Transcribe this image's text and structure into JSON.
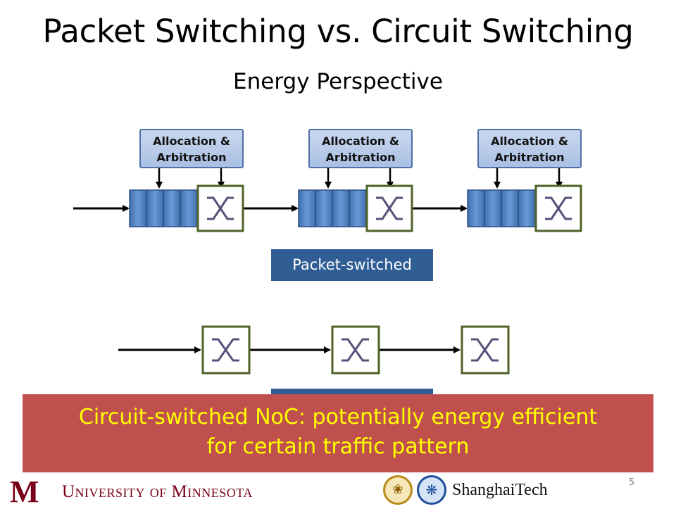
{
  "slide": {
    "title": "Packet Switching vs. Circuit Switching",
    "subtitle": "Energy Perspective"
  },
  "diagram": {
    "allocation_boxes": [
      {
        "line1": "Allocation &",
        "line2": "Arbitration"
      },
      {
        "line1": "Allocation &",
        "line2": "Arbitration"
      },
      {
        "line1": "Allocation &",
        "line2": "Arbitration"
      }
    ],
    "packet_label": "Packet-switched",
    "router_count_packet": 3,
    "router_count_circuit": 3,
    "buffer_slots_per_router": 4
  },
  "banner": {
    "line1": "Circuit-switched NoC: potentially energy efficient",
    "line2": "for certain traffic pattern"
  },
  "footer": {
    "umn_name": "University of Minnesota",
    "page_number": "5",
    "shanghaitech_name": "ShanghaiTech"
  },
  "colors": {
    "buffer_fill": "#4f81bd",
    "router_border": "#4f6228",
    "crossbar_stroke": "#5a4f7a",
    "banner_bg": "#c0504d",
    "banner_text": "#ffff00",
    "label_bg": "#2f5d94",
    "umn_maroon": "#7a0019"
  }
}
